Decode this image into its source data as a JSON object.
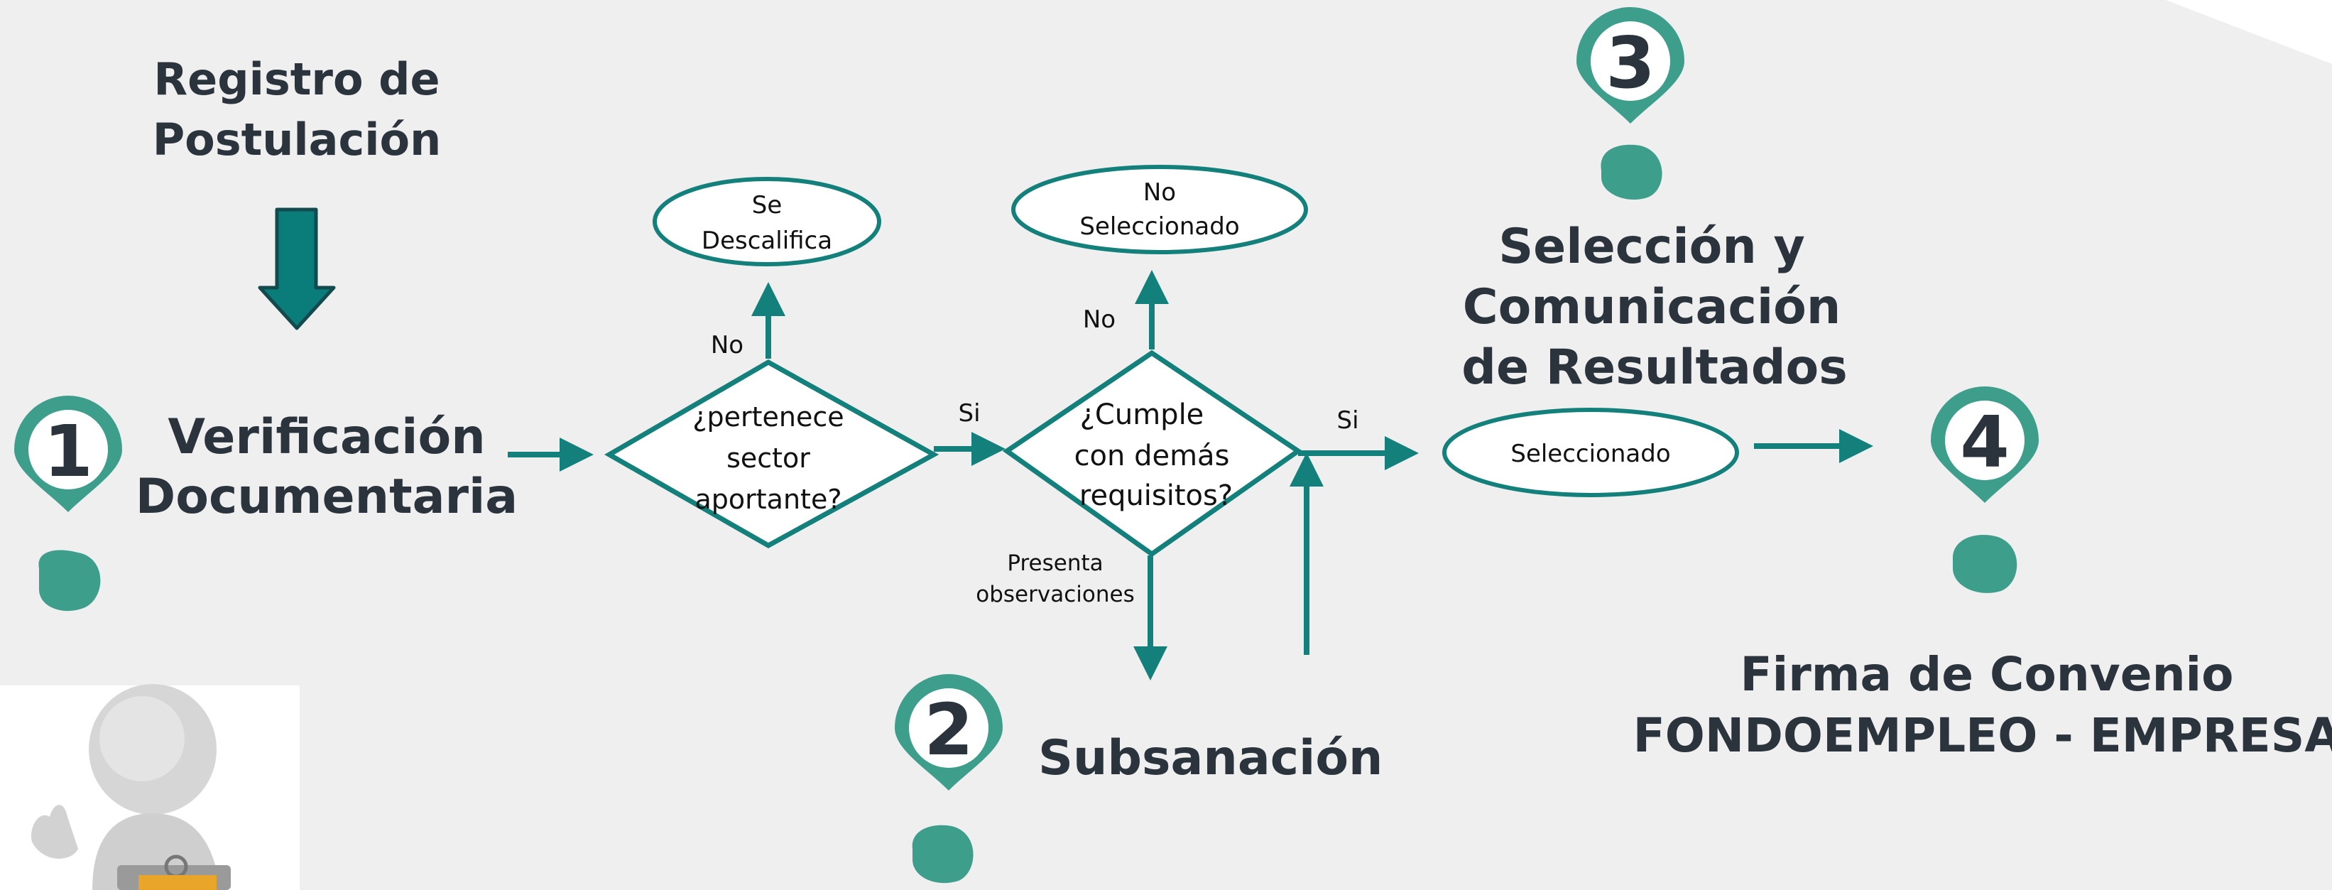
{
  "colors": {
    "background": "#efefef",
    "accent": "#13807b",
    "pin": "#3d9f8b",
    "heading": "#2b343c",
    "arrow_fill": "#0a7d7a"
  },
  "headings": {
    "registro_line1": "Registro de",
    "registro_line2": "Postulación",
    "verificacion_line1": "Verificación",
    "verificacion_line2": "Documentaria",
    "subsanacion": "Subsanación",
    "seleccion_line1": "Selección y",
    "seleccion_line2": "Comunicación",
    "seleccion_line3": "de Resultados",
    "firma_line1": "Firma de Convenio",
    "firma_line2": "FONDOEMPLEO - EMPRESA"
  },
  "pins": {
    "p1": "1",
    "p2": "2",
    "p3": "3",
    "p4": "4"
  },
  "nodes": {
    "descalifica_line1": "Se",
    "descalifica_line2": "Descalifica",
    "no_seleccionado_line1": "No",
    "no_seleccionado_line2": "Seleccionado",
    "seleccionado": "Seleccionado",
    "diamond1_line1": "¿pertenece",
    "diamond1_line2": "sector",
    "diamond1_line3": "aportante?",
    "diamond2_line1": "¿Cumple",
    "diamond2_line2": "con demás",
    "diamond2_line3": "requisitos?"
  },
  "edge_labels": {
    "no1": "No",
    "no2": "No",
    "si1": "Si",
    "si2": "Si",
    "presenta_line1": "Presenta",
    "presenta_line2": "observaciones"
  },
  "icons": {
    "down_arrow": "down-arrow-icon",
    "figure": "thumbs-up-figure"
  }
}
